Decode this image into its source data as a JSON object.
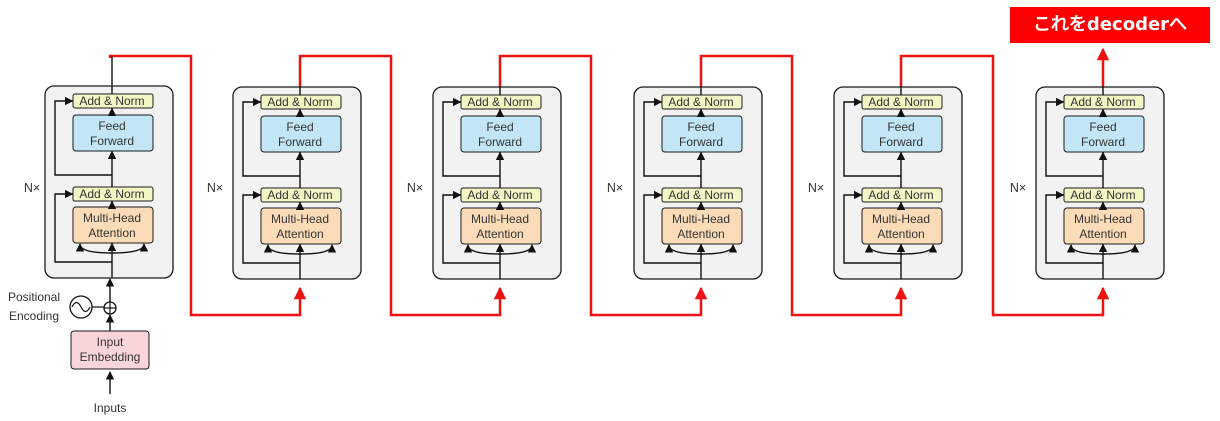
{
  "banner": {
    "text": "これをdecoderへ"
  },
  "labels": {
    "add_norm": "Add & Norm",
    "feed_forward": [
      "Feed",
      "Forward"
    ],
    "multi_head_attention": [
      "Multi-Head",
      "Attention"
    ],
    "nx": "N×",
    "positional_encoding": [
      "Positional",
      "Encoding"
    ],
    "input_embedding": [
      "Input",
      "Embedding"
    ],
    "inputs": "Inputs"
  },
  "blocks_count": 6,
  "colors": {
    "connector": "#ee1111",
    "add_norm_fill": "#f2f5c4",
    "feed_forward_fill": "#c3e6f6",
    "attention_fill": "#fcdcb8",
    "embedding_fill": "#f9d5da",
    "block_fill": "#f2f2f2"
  }
}
